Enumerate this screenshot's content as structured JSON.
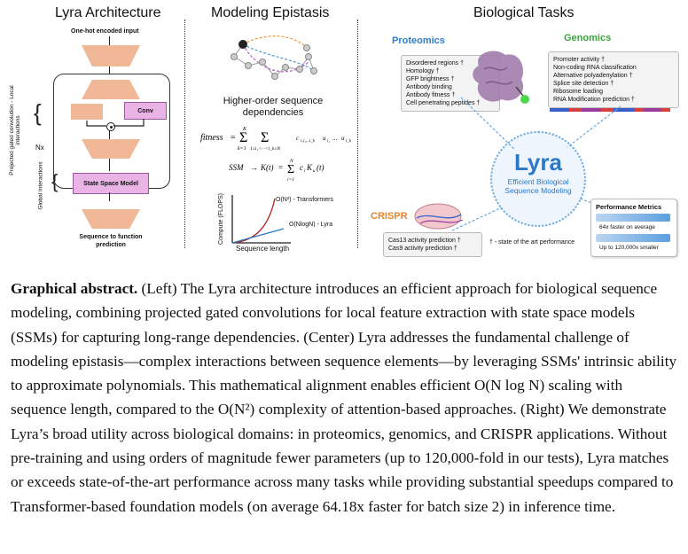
{
  "architecture": {
    "title": "Lyra Architecture",
    "input_label": "One-hot encoded input",
    "side_label": "Projected gated convolution - Local interactions",
    "conv_label": "Conv",
    "nx_label": "Nx",
    "global_label": "Global Interactions",
    "ssm_label": "State Space Model",
    "output_label_line1": "Sequence to function",
    "output_label_line2": "prediction"
  },
  "epistasis": {
    "title": "Modeling Epistasis",
    "subtitle_line1": "Higher-order sequence",
    "subtitle_line2": "dependencies",
    "equation1": "fitness = Σ_{k=1}^{K} Σ_{1≤i1<···<ik≤N} c_{i1i2...ik} u_{i1} ... u_{ik}",
    "equation2": "SSM → K(t) = Σ_{i=1}^{N} c_i K_u(t)",
    "chart": {
      "ylabel": "Compute (FLOPS)",
      "xlabel": "Sequence length",
      "series_transformers": "O(N²) - Transformers",
      "series_lyra": "O(NlogN) - Lyra"
    }
  },
  "tasks": {
    "title": "Biological Tasks",
    "proteomics": {
      "label": "Proteomics",
      "items": [
        "Disordered regions †",
        "Homology †",
        "GFP brightness †",
        "Antibody binding",
        "Antibody fitness †",
        "Cell penetrating peptides †"
      ]
    },
    "genomics": {
      "label": "Genomics",
      "items": [
        "Promoter activity †",
        "Non-coding RNA classification",
        "Alternative polyadenylation †",
        "Splice site detection †",
        "Ribosome loading",
        "RNA Modification prediction †"
      ]
    },
    "crispr": {
      "label": "CRISPR",
      "items": [
        "Cas13 activity prediction †",
        "Cas9 activity prediction †"
      ]
    },
    "lyra": {
      "name": "Lyra",
      "tagline_line1": "Efficient Biological",
      "tagline_line2": "Sequence Modeling"
    },
    "sota_note": "† - state of the art performance",
    "metrics": {
      "title": "Performance Metrics",
      "items": [
        "64x faster on average",
        "Up to 120,000x smaller"
      ]
    }
  },
  "caption": {
    "lead": "Graphical abstract.",
    "text": " (Left) The Lyra architecture introduces an efficient approach for biological sequence modeling, combining projected gated convolutions for local feature extraction with state space models (SSMs) for capturing long-range dependencies. (Center) Lyra addresses the fundamental challenge of modeling epistasis—complex interactions between sequence elements—by leveraging SSMs' intrinsic ability to approximate polynomials. This mathematical alignment enables efficient  O(N log N) scaling with sequence length, compared to the O(N²) complexity of attention-based approaches. (Right) We demonstrate Lyra’s broad utility across biological domains: in proteomics, genomics, and CRISPR applications. Without pre-training and using orders of magnitude fewer parameters (up to 120,000-fold in our tests), Lyra matches or exceeds state-of-the-art performance across many tasks while providing substantial speedups compared to Transformer-based foundation models (on average 64.18x faster for batch size 2) in inference time."
  }
}
